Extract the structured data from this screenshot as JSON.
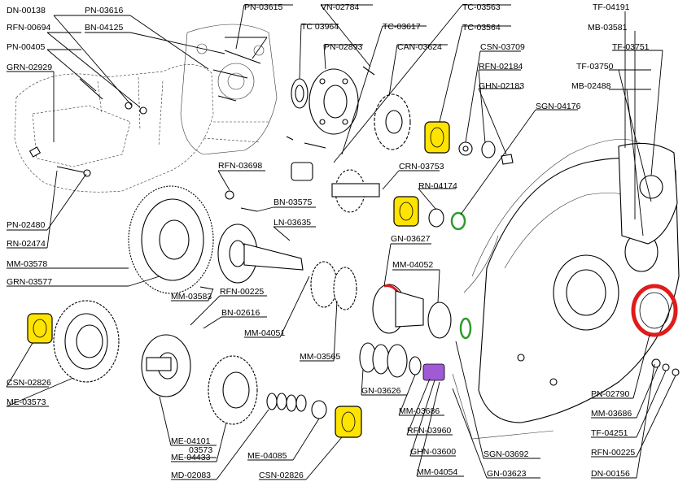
{
  "colors": {
    "yellow": "#ffe400",
    "green": "#2f9a2f",
    "red": "#e01b1b",
    "purple": "#a15ad6"
  },
  "labels": {
    "DN00138": "DN-00138",
    "PN03616": "PN-03616",
    "PN03615": "PN-03615",
    "VN02784": "VN-02784",
    "TC03563": "TC-03563",
    "TF04191": "TF-04191",
    "RFN00694": "RFN-00694",
    "BN04125": "BN-04125",
    "TC03964": "TC 03964",
    "TC03617": "TC-03617",
    "TC03564": "TC-03564",
    "MB03581": "MB-03581",
    "PN00405": "PN-00405",
    "PN02893": "PN-02893",
    "CAN03624": "CAN-03624",
    "CSN03709": "CSN-03709",
    "TF03751": "TF-03751",
    "GRN02929": "GRN-02929",
    "RFN02184": "RFN-02184",
    "TF03750": "TF-03750",
    "GHN02183": "GHN-02183",
    "MB02488": "MB-02488",
    "SGN04176": "SGN-04176",
    "RFN03698": "RFN-03698",
    "CRN03753": "CRN-03753",
    "RN04174": "RN-04174",
    "BN03575": "BN-03575",
    "PN02480": "PN-02480",
    "LN03635": "LN-03635",
    "RN02474": "RN-02474",
    "GN03627": "GN-03627",
    "MM03578": "MM-03578",
    "MM04052": "MM-04052",
    "GRN03577": "GRN-03577",
    "MM03583": "MM-03583",
    "RFN00225a": "RFN-00225",
    "BN02616": "BN-02616",
    "MM04051": "MM-04051",
    "CSN02826a": "CSN-02826",
    "MM03565": "MM-03565",
    "GN03626": "GN-03626",
    "PN02790": "PN-02790",
    "ME03573": "ME-03573",
    "MM03686a": "MM-03686",
    "MM03686b": "MM-03686",
    "TF04251": "TF-04251",
    "RFN03960": "RFN-03960",
    "ME04101": "ME-04101",
    "ME04433": "ME-04433",
    "ME04433_note": "03573",
    "RFN00225b": "RFN-00225",
    "GHN03600": "GHN-03600",
    "SGN03692": "SGN-03692",
    "MD02083": "MD-02083",
    "ME04085": "ME-04085",
    "DN00156": "DN-00156",
    "CSN02826b": "CSN-02826",
    "MM04054": "MM-04054",
    "GN03623": "GN-03623"
  }
}
